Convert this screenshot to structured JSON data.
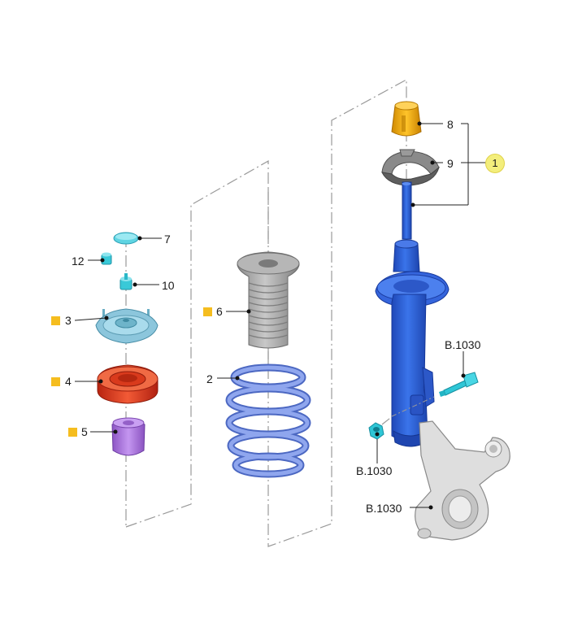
{
  "callouts": {
    "p1": "1",
    "p2": "2",
    "p3": "3",
    "p4": "4",
    "p5": "5",
    "p6": "6",
    "p7": "7",
    "p8": "8",
    "p9": "9",
    "p10": "10",
    "p12": "12",
    "b1": "B.1030",
    "b2": "B.1030",
    "b3": "B.1030"
  },
  "colors": {
    "strut": "#2f63d8",
    "spring": "#7f97e6",
    "boot": "#a8a8a8",
    "bump_stop_cap": "#f0a800",
    "top_mount": "#7ec6dc",
    "bearing": "#e5391e",
    "bump_stop": "#a874d8",
    "hardware": "#2ec8d8",
    "knuckle": "#d8d8d8",
    "marker": "#f5bd1f",
    "highlight_badge": "#f3ee7c"
  }
}
